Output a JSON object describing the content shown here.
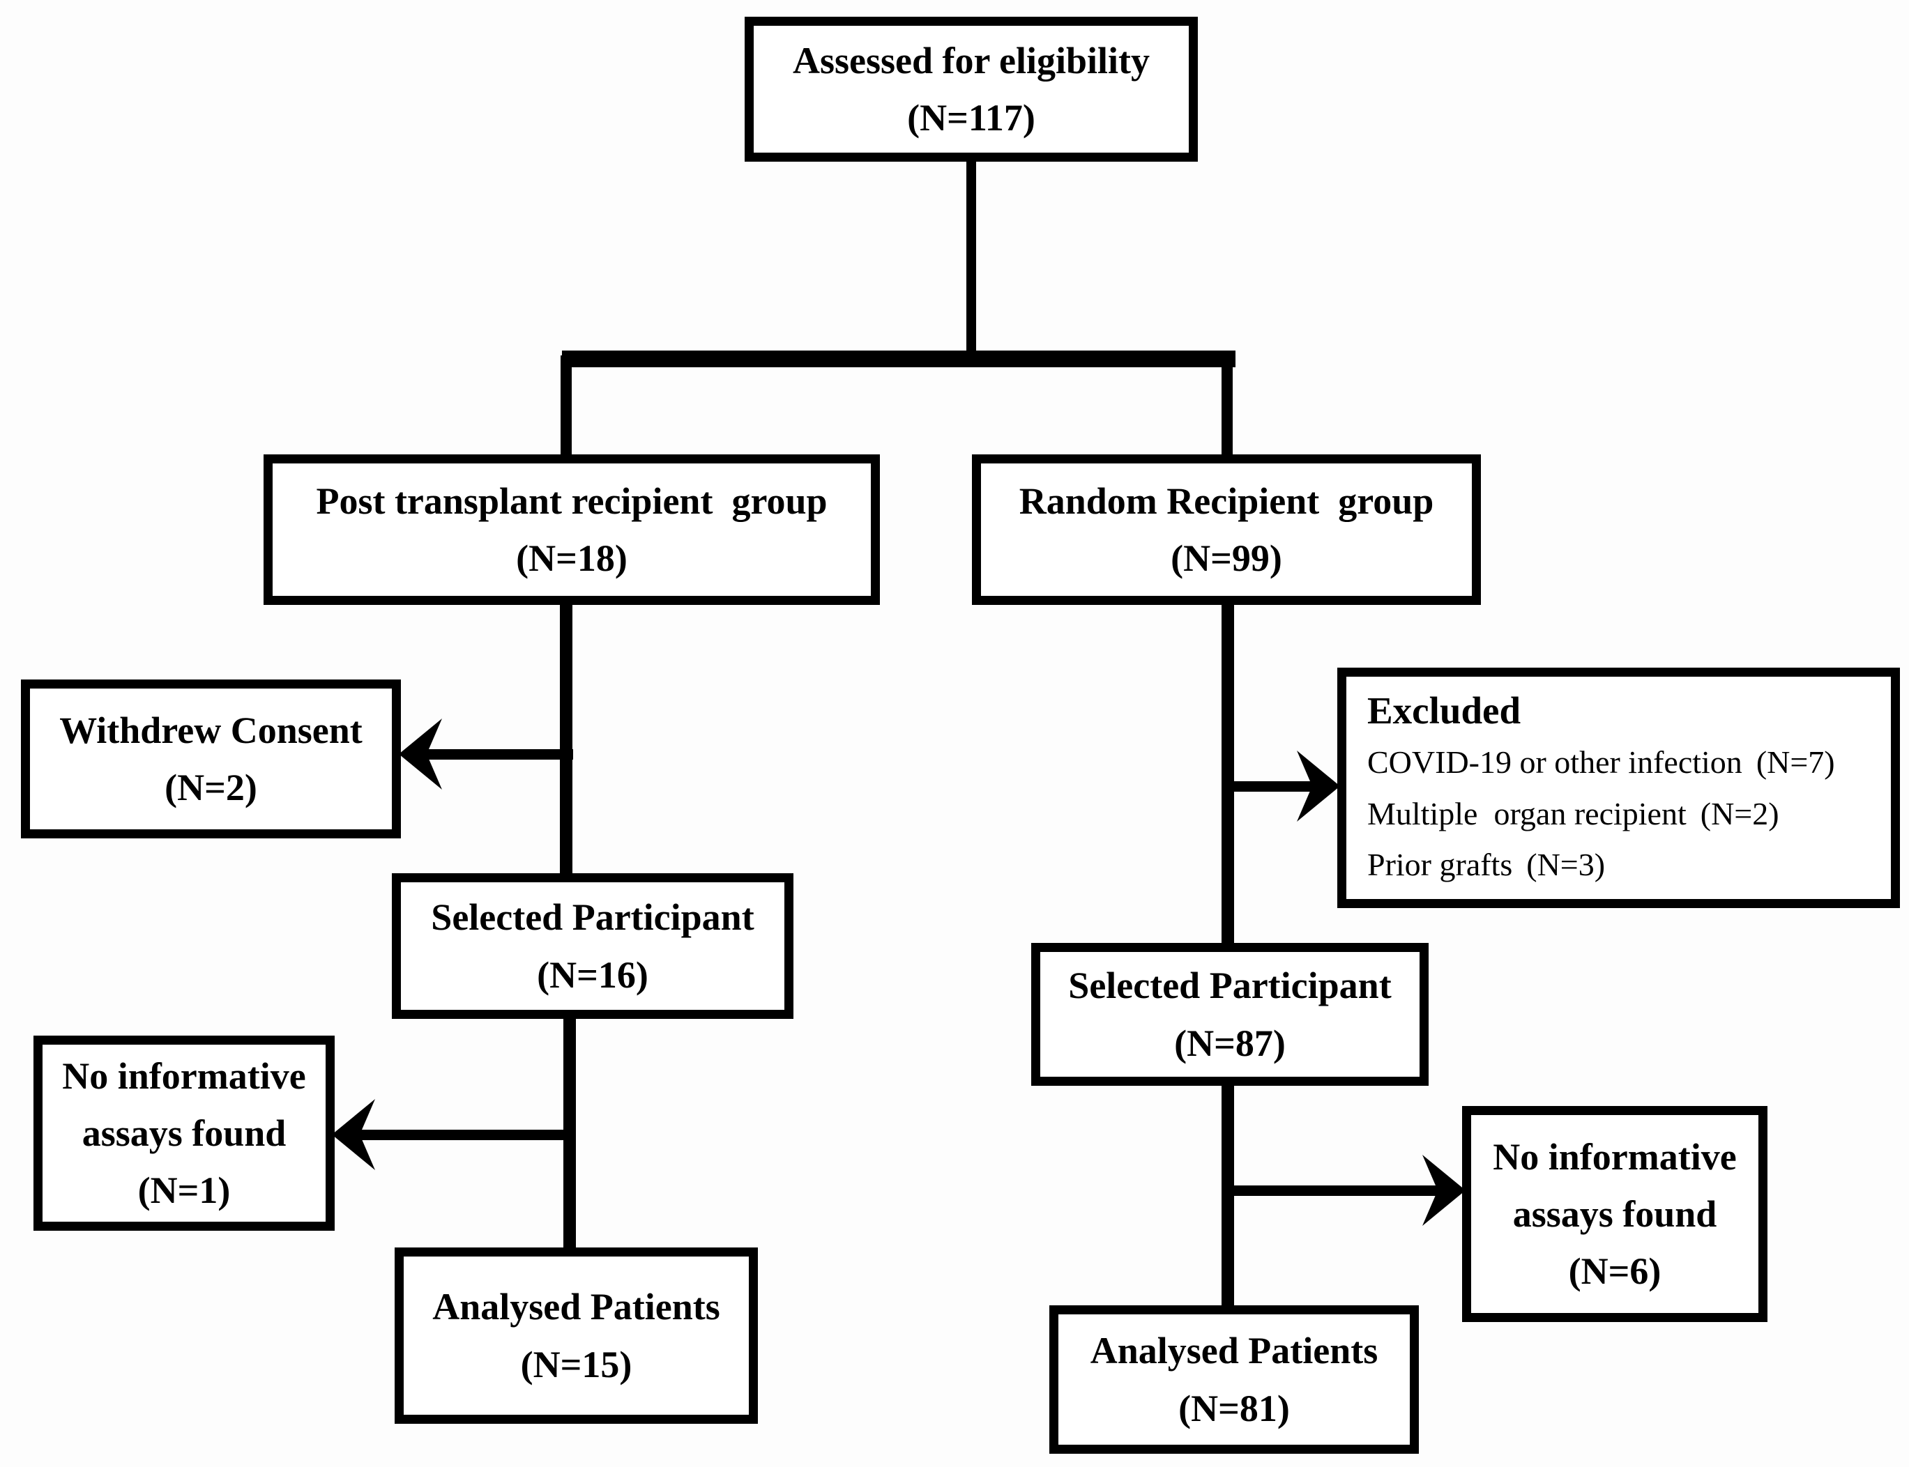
{
  "figure": {
    "kind": "participant-flow-diagram",
    "background_color": "#fdfdfd",
    "line_color": "#000000",
    "box_border_color": "#000000",
    "box_fill_color": "#ffffff"
  },
  "nodes": {
    "assessed": {
      "label": "Assessed for eligibility",
      "n": "(N=117)"
    },
    "post_transplant_group": {
      "label": "Post transplant recipient  group",
      "n": "(N=18)"
    },
    "random_recipient_group": {
      "label": "Random Recipient  group",
      "n": "(N=99)"
    },
    "withdrew_consent": {
      "label": "Withdrew Consent",
      "n": "(N=2)"
    },
    "excluded": {
      "label": "Excluded",
      "items": [
        {
          "label": "COVID-19 or other infection",
          "n": "(N=7)"
        },
        {
          "label": "Multiple  organ recipient",
          "n": "(N=2)"
        },
        {
          "label": "Prior grafts",
          "n": "(N=3)"
        }
      ]
    },
    "selected_participant_left": {
      "label": "Selected Participant",
      "n": "(N=16)"
    },
    "no_informative_assays_left": {
      "label": "No informative assays found",
      "n": "(N=1)"
    },
    "analysed_patients_left": {
      "label": "Analysed Patients",
      "n": "(N=15)"
    },
    "selected_participant_right": {
      "label": "Selected Participant",
      "n": "(N=87)"
    },
    "no_informative_assays_right": {
      "label": "No informative assays found",
      "n": "(N=6)"
    },
    "analysed_patients_right": {
      "label": "Analysed Patients",
      "n": "(N=81)"
    }
  },
  "edges": [
    {
      "from": "assessed",
      "to": "post_transplant_group",
      "style": "plain"
    },
    {
      "from": "assessed",
      "to": "random_recipient_group",
      "style": "plain"
    },
    {
      "from": "post_transplant_group",
      "to": "withdrew_consent",
      "style": "arrow-left"
    },
    {
      "from": "post_transplant_group",
      "to": "selected_participant_left",
      "style": "plain"
    },
    {
      "from": "random_recipient_group",
      "to": "excluded",
      "style": "arrow-right"
    },
    {
      "from": "random_recipient_group",
      "to": "selected_participant_right",
      "style": "plain"
    },
    {
      "from": "selected_participant_left",
      "to": "no_informative_assays_left",
      "style": "arrow-left"
    },
    {
      "from": "selected_participant_left",
      "to": "analysed_patients_left",
      "style": "plain"
    },
    {
      "from": "selected_participant_right",
      "to": "no_informative_assays_right",
      "style": "arrow-right"
    },
    {
      "from": "selected_participant_right",
      "to": "analysed_patients_right",
      "style": "plain"
    }
  ]
}
